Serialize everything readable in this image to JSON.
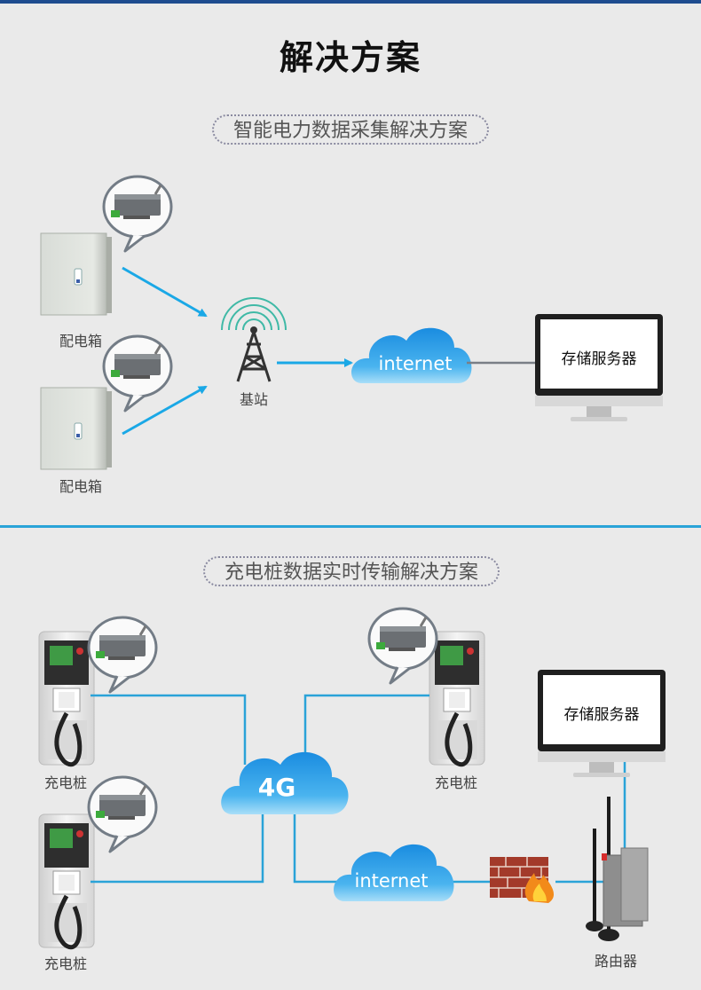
{
  "page": {
    "title": "解决方案"
  },
  "section1": {
    "heading": "智能电力数据采集解决方案",
    "cabinet_label_1": "配电箱",
    "cabinet_label_2": "配电箱",
    "tower_label": "基站",
    "cloud_label": "internet",
    "server_label": "存储服务器"
  },
  "section2": {
    "heading": "充电桩数据实时传输解决方案",
    "charger_label_1": "充电桩",
    "charger_label_2": "充电桩",
    "charger_label_3": "充电桩",
    "cloud_4g_label": "4G",
    "cloud_internet_label": "internet",
    "server_label": "存储服务器",
    "router_label": "路由器"
  },
  "colors": {
    "accent": "#2aa3d8",
    "arrow": "#1aa8e6",
    "cloud_top": "#1e8ee0",
    "cloud_bottom": "#8fd3f6",
    "top_stripe": "#1e4c8f"
  }
}
